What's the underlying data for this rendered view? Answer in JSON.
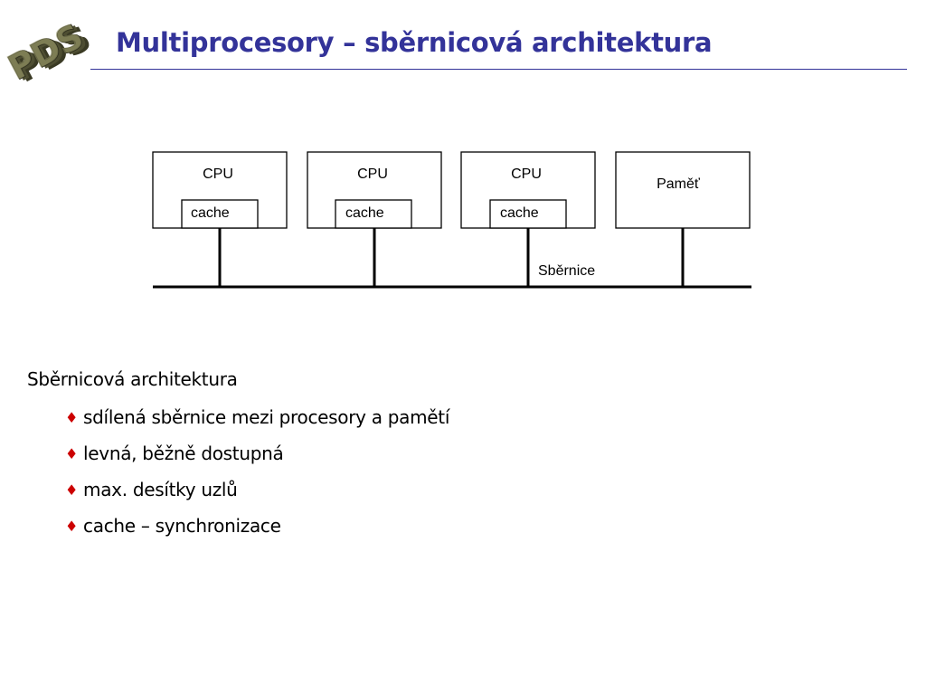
{
  "logo": {
    "text": "PDS"
  },
  "title": "Multiprocesory – sběrnicová architektura",
  "diagram": {
    "cpu_label": "CPU",
    "cache_label": "cache",
    "memory_label": "Paměť",
    "bus_label": "Sběrnice"
  },
  "content": {
    "heading": "Sběrnicová architektura",
    "bullets": [
      "sdílená sběrnice mezi procesory a pamětí",
      "levná, běžně dostupná",
      "max. desítky uzlů",
      "cache – synchronizace"
    ]
  },
  "colors": {
    "title": "#333399",
    "bullet": "#cc0000",
    "logo": "#6b6b47"
  }
}
